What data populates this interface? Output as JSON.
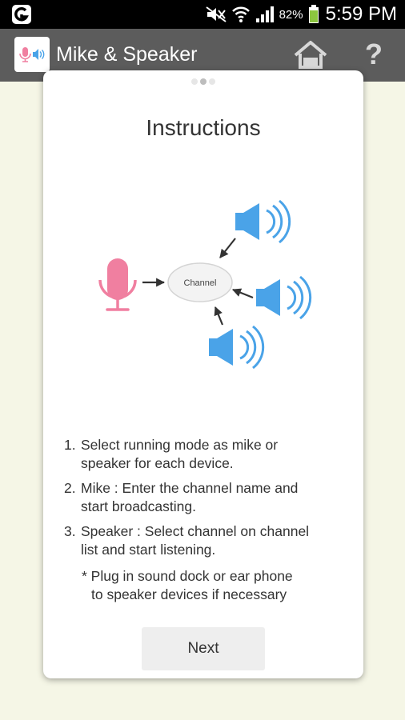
{
  "status_bar": {
    "battery_percent": "82%",
    "time": "5:59 PM"
  },
  "action_bar": {
    "title": "Mike & Speaker"
  },
  "dialog": {
    "title": "Instructions",
    "page_indicator": {
      "count": 3,
      "active_index": 1
    },
    "diagram": {
      "channel_label": "Channel"
    },
    "steps": [
      {
        "number": "1.",
        "line1": "Select running mode as mike or",
        "line2": "speaker for each device."
      },
      {
        "number": "2.",
        "line1": "Mike : Enter the channel name and",
        "line2": "start broadcasting."
      },
      {
        "number": "3.",
        "line1": "Speaker : Select channel on channel",
        "line2": "list and start listening."
      }
    ],
    "note": {
      "line1": "* Plug in sound dock or ear phone",
      "line2": "to speaker devices if necessary"
    },
    "next_label": "Next"
  },
  "colors": {
    "mic_pink": "#f07fa0",
    "speaker_blue": "#4aa3e8",
    "action_bar": "#5c5c5c",
    "background": "#f5f6e6"
  }
}
